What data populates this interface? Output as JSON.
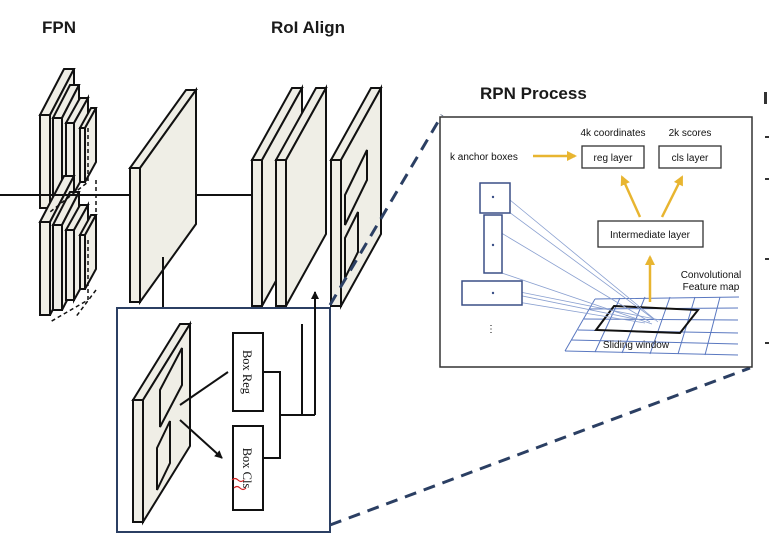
{
  "headings": {
    "fpn": "FPN",
    "roi_align": "RoI Align",
    "rpn_process": "RPN Process"
  },
  "head_labels": {
    "box_reg": "Box Reg",
    "box_cls": "Box Cls"
  },
  "rpn": {
    "anchor_label": "k anchor boxes",
    "coords_label": "4k coordinates",
    "scores_label": "2k scores",
    "reg_layer": "reg layer",
    "cls_layer": "cls layer",
    "intermediate": "Intermediate layer",
    "conv_line1": "Convolutional",
    "conv_line2": "Feature map",
    "sliding": "Sliding window",
    "dots": "⋮"
  },
  "colors": {
    "panel_fill": "#efeee6",
    "line": "#111111",
    "frame_blue": "#2b3f63",
    "anchor_blue": "#3a4f86",
    "grid_blue": "#5a78c0",
    "arrow_yellow": "#e8b530",
    "cls_red": "#d02020"
  }
}
